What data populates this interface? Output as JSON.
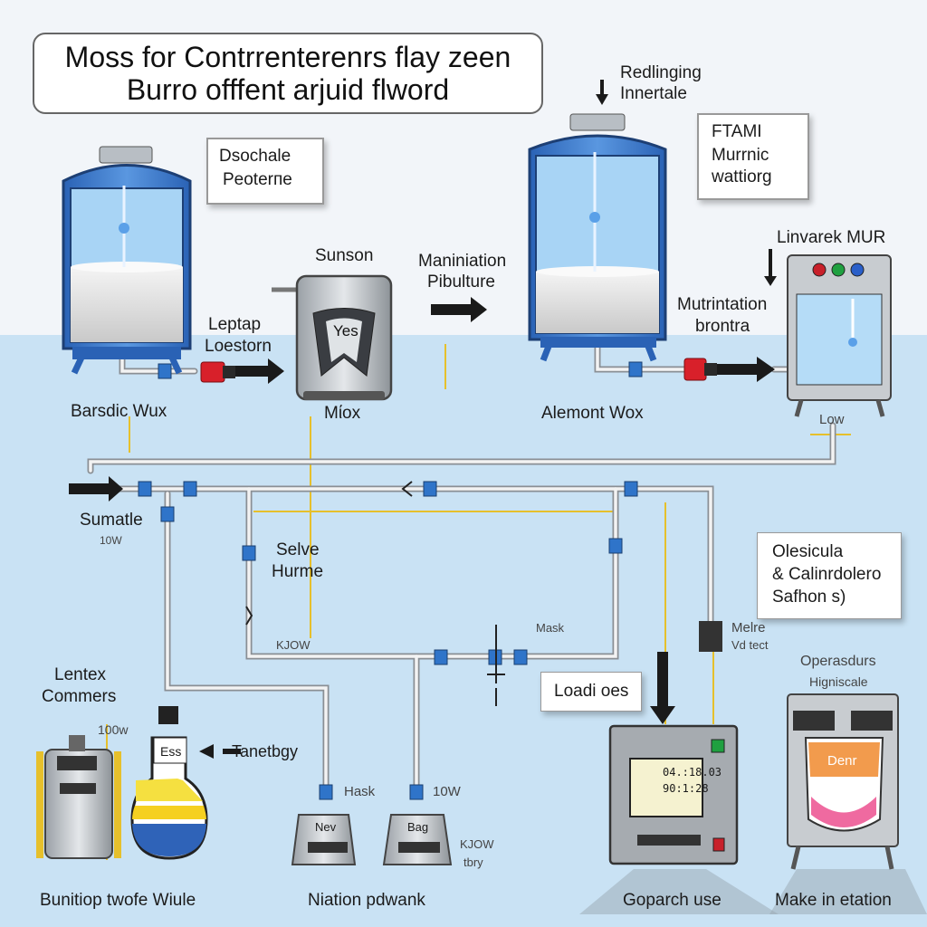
{
  "title": {
    "line1": "Moss for Contrrenterenrs flay zeen",
    "line2": "Burro offfent arjuid flword"
  },
  "callouts": {
    "tl_note": {
      "line1": "Dsochale",
      "line2": "Peoterпe"
    },
    "tr_arrow": {
      "line1": "Redlinging",
      "line2": "Innertale"
    },
    "tr_note": {
      "line1": "FTAMI",
      "line2": "Murrnic",
      "line3": "wattiorg"
    },
    "linvarek": "Linvarek MUR",
    "olesicula": {
      "line1": "Olesicula",
      "line2": "& Calinrdolero",
      "line3": "Safhon s)"
    },
    "loadi": "Loadi oes"
  },
  "labels": {
    "sunson": "Sunson",
    "maniniation": {
      "line1": "Maniniation",
      "line2": "Pibulture"
    },
    "leptap": {
      "line1": "Leptap",
      "line2": "Loestorn"
    },
    "mutrintation": {
      "line1": "Mutrintation",
      "line2": "brontra"
    },
    "yes": "Yes",
    "barsdic": "Barsdic Wux",
    "miox": "Mίox",
    "alemont": "Alemont Wox",
    "low_right": "Low",
    "sumatle": "Sumatle",
    "sumatle_sub": "10W",
    "selve": {
      "line1": "Selve",
      "line2": "Hurme"
    },
    "kjow": "KJOW",
    "mask": "Mask",
    "melre": {
      "line1": "Melre",
      "line2": "Vd tect"
    },
    "lentex": {
      "line1": "Lentex",
      "line2": "Commers"
    },
    "w100": "100w",
    "ess": "Ess",
    "tanetbgy": "Tanetbgy",
    "hask": "Hask",
    "w10": "10W",
    "nev": "Nev",
    "bag": "Bag",
    "klow": {
      "line1": "KJOW",
      "line2": "tbry"
    },
    "screen": {
      "line1": "04.:18.03",
      "line2": "90:1:28"
    },
    "operasdurs": {
      "line1": "Operasdurs",
      "line2": "Higniscale"
    },
    "denr": "Denr"
  },
  "captions": {
    "bunitiop": "Bunitiop twofe Wiule",
    "niation": "Niation pdwank",
    "goparch": "Goparch use",
    "make": "Make in etation"
  },
  "colors": {
    "pipe": "#d7d7d7",
    "tank_blue": "#2f6fc6",
    "water": "#a8d4f5",
    "red_valve": "#d8202a",
    "yellow_line": "#e8c22a",
    "bg_lower": "#c7e1f4"
  }
}
